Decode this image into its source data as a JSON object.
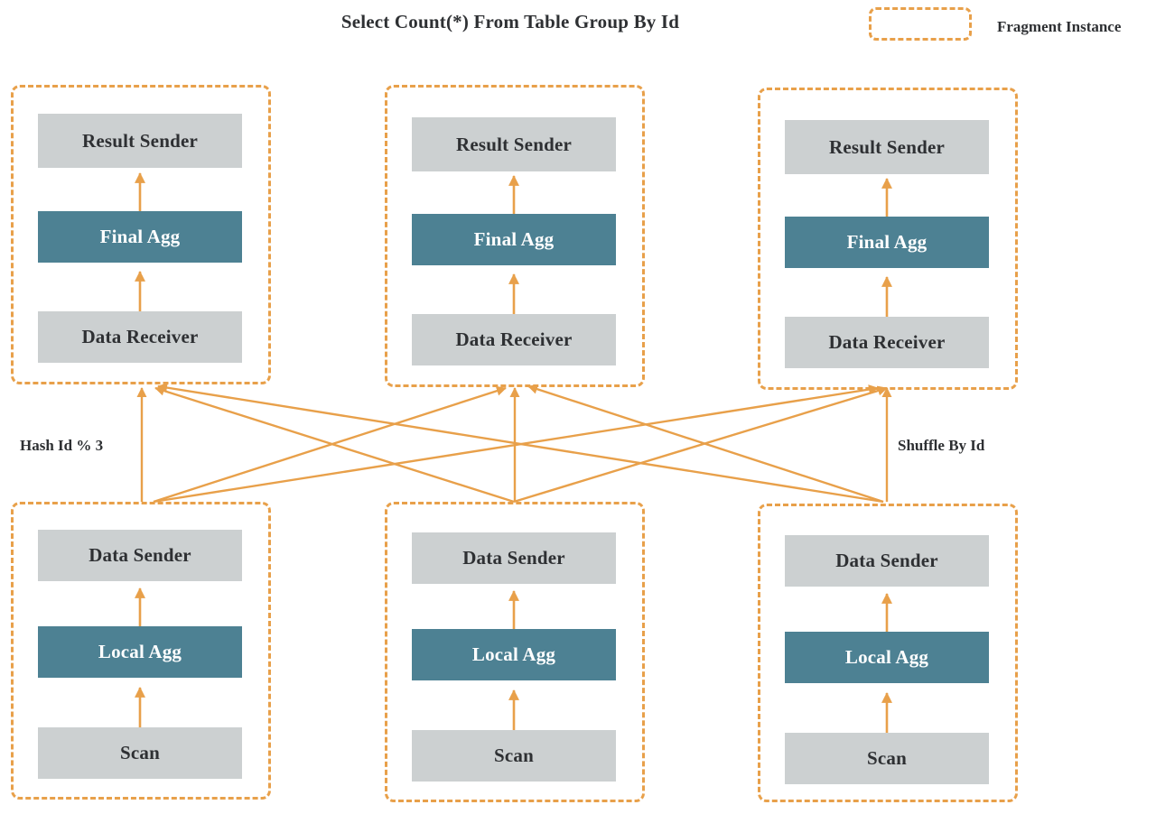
{
  "diagram": {
    "title": "Select Count(*) From Table Group By Id",
    "legend": {
      "label": "Fragment Instance",
      "swatch_style": "orange-dashed-rounded-rect"
    },
    "colors": {
      "accent_orange": "#e8a04a",
      "operator_gray": "#ccd0d1",
      "operator_teal": "#4d8193",
      "text_dark": "#2e3033",
      "text_light": "#ffffff",
      "background": "#ffffff"
    },
    "edge_labels": {
      "left": "Hash Id % 3",
      "right": "Shuffle By Id"
    },
    "upper_fragments": [
      {
        "id": "upper-1",
        "operators": [
          {
            "label": "Result Sender",
            "kind": "gray"
          },
          {
            "label": "Final Agg",
            "kind": "teal"
          },
          {
            "label": "Data Receiver",
            "kind": "gray"
          }
        ]
      },
      {
        "id": "upper-2",
        "operators": [
          {
            "label": "Result Sender",
            "kind": "gray"
          },
          {
            "label": "Final Agg",
            "kind": "teal"
          },
          {
            "label": "Data Receiver",
            "kind": "gray"
          }
        ]
      },
      {
        "id": "upper-3",
        "operators": [
          {
            "label": "Result Sender",
            "kind": "gray"
          },
          {
            "label": "Final Agg",
            "kind": "teal"
          },
          {
            "label": "Data Receiver",
            "kind": "gray"
          }
        ]
      }
    ],
    "lower_fragments": [
      {
        "id": "lower-1",
        "operators": [
          {
            "label": "Data Sender",
            "kind": "gray"
          },
          {
            "label": "Local Agg",
            "kind": "teal"
          },
          {
            "label": "Scan",
            "kind": "gray"
          }
        ]
      },
      {
        "id": "lower-2",
        "operators": [
          {
            "label": "Data Sender",
            "kind": "gray"
          },
          {
            "label": "Local Agg",
            "kind": "teal"
          },
          {
            "label": "Scan",
            "kind": "gray"
          }
        ]
      },
      {
        "id": "lower-3",
        "operators": [
          {
            "label": "Data Sender",
            "kind": "gray"
          },
          {
            "label": "Local Agg",
            "kind": "teal"
          },
          {
            "label": "Scan",
            "kind": "gray"
          }
        ]
      }
    ]
  }
}
